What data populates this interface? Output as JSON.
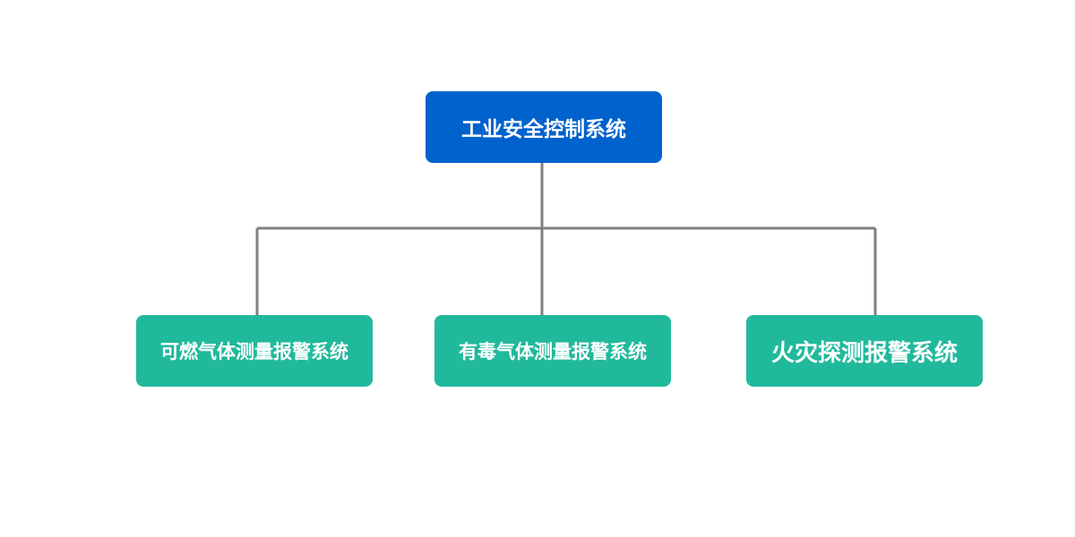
{
  "colors": {
    "root_fill": "#0062CC",
    "child_fill": "#21B99C",
    "connector": "#808080",
    "text": "#FFFFFF"
  },
  "diagram": {
    "root": {
      "label": "工业安全控制系统"
    },
    "children": [
      {
        "label": "可燃气体测量报警系统"
      },
      {
        "label": "有毒气体测量报警系统"
      },
      {
        "label": "火灾探测报警系统"
      }
    ]
  }
}
